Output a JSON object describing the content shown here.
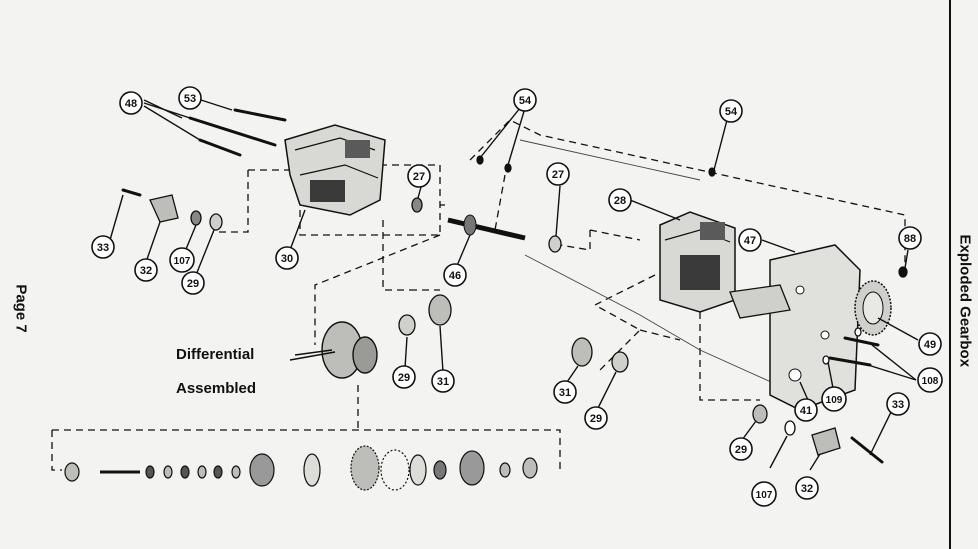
{
  "title": "Exploded Gearbox",
  "page_label": "Page 7",
  "assembly_label_line1": "Differential",
  "assembly_label_line2": "Assembled",
  "callouts": [
    {
      "id": "c48a",
      "text": "48"
    },
    {
      "id": "c53",
      "text": "53"
    },
    {
      "id": "c54a",
      "text": "54"
    },
    {
      "id": "c54b",
      "text": "54"
    },
    {
      "id": "c27a",
      "text": "27"
    },
    {
      "id": "c27b",
      "text": "27"
    },
    {
      "id": "c28",
      "text": "28"
    },
    {
      "id": "c47",
      "text": "47"
    },
    {
      "id": "c88",
      "text": "88"
    },
    {
      "id": "c33a",
      "text": "33"
    },
    {
      "id": "c32a",
      "text": "32"
    },
    {
      "id": "c107a",
      "text": "107"
    },
    {
      "id": "c29a",
      "text": "29"
    },
    {
      "id": "c30",
      "text": "30"
    },
    {
      "id": "c46",
      "text": "46"
    },
    {
      "id": "c29b",
      "text": "29"
    },
    {
      "id": "c31a",
      "text": "31"
    },
    {
      "id": "c31b",
      "text": "31"
    },
    {
      "id": "c29c",
      "text": "29"
    },
    {
      "id": "c49",
      "text": "49"
    },
    {
      "id": "c108",
      "text": "108"
    },
    {
      "id": "c109",
      "text": "109"
    },
    {
      "id": "c41",
      "text": "41"
    },
    {
      "id": "c33b",
      "text": "33"
    },
    {
      "id": "c29d",
      "text": "29"
    },
    {
      "id": "c107b",
      "text": "107"
    },
    {
      "id": "c32b",
      "text": "32"
    }
  ]
}
